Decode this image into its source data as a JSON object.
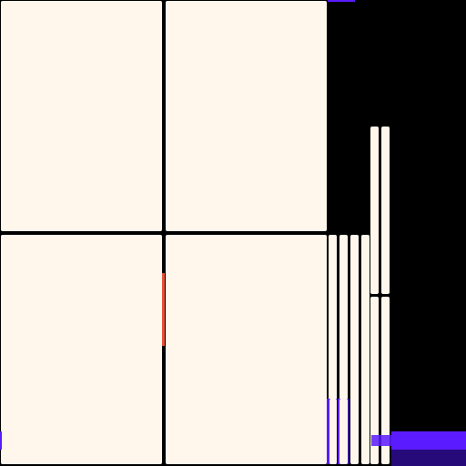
{
  "colors": {
    "background": "#000000",
    "panel": "#fff7ec",
    "accent": "#5b1bff",
    "accent_dark": "#260a7a",
    "highlight": "#ff5a3c"
  },
  "panels": {
    "large": [
      "panel-a",
      "panel-b",
      "panel-c",
      "panel-d"
    ],
    "strips_bottom": [
      "strip-1",
      "strip-2",
      "strip-3",
      "strip-4",
      "strip-5"
    ],
    "strips_right": [
      "strip-6",
      "strip-7",
      "strip-8",
      "strip-9"
    ]
  }
}
